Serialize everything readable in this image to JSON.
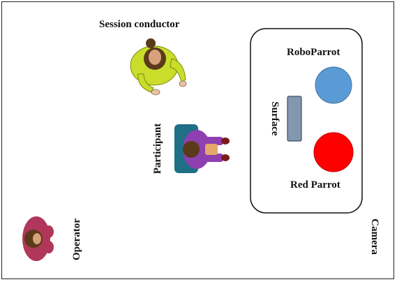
{
  "labels": {
    "session_conductor": "Session conductor",
    "participant": "Participant",
    "operator": "Operator",
    "robo_parrot": "RoboParrot",
    "surface": "Surface",
    "red_parrot": "Red Parrot",
    "camera": "Camera"
  },
  "colors": {
    "robo_parrot": "#5b9bd5",
    "red_parrot": "#ff0000",
    "surface": "#8497b0",
    "conductor_shirt": "#c9dd2a",
    "participant_shirt": "#8e3fb0",
    "participant_chair": "#1f6f86",
    "operator_shirt": "#b0375a",
    "hair": "#5a3a1a",
    "skin": "#d7a27a"
  }
}
